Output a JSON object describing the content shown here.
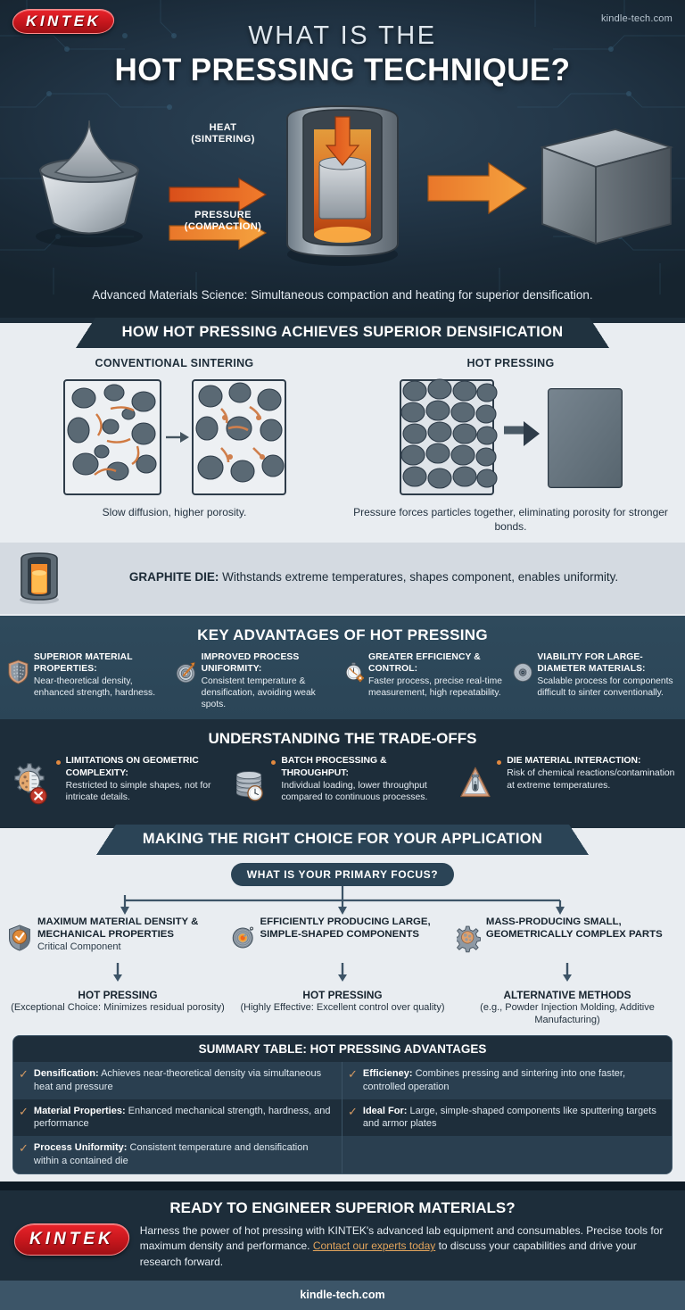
{
  "brand": {
    "logo_text": "KINTEK",
    "site_url": "kindle-tech.com"
  },
  "hero": {
    "title_line1": "WHAT IS THE",
    "title_line2": "HOT PRESSING TECHNIQUE?",
    "arrow_label_heat": "HEAT",
    "arrow_label_heat_sub": "(SINTERING)",
    "arrow_label_pressure": "PRESSURE",
    "arrow_label_pressure_sub": "(COMPACTION)",
    "caption": "Advanced Materials Science: Simultaneous compaction and heating for superior densification."
  },
  "densification": {
    "banner": "HOW HOT PRESSING ACHIEVES SUPERIOR DENSIFICATION",
    "left": {
      "heading": "CONVENTIONAL SINTERING",
      "caption": "Slow diffusion, higher porosity."
    },
    "right": {
      "heading": "HOT PRESSING",
      "caption": "Pressure forces particles together, eliminating porosity for stronger bonds."
    },
    "graphite_die_label": "GRAPHITE DIE:",
    "graphite_die_text": " Withstands extreme temperatures, shapes component, enables uniformity."
  },
  "advantages": {
    "title": "KEY ADVANTAGES OF HOT PRESSING",
    "items": [
      {
        "icon": "shield-icon",
        "title": "SUPERIOR MATERIAL PROPERTIES:",
        "body": "Near-theoretical density, enhanced strength, hardness."
      },
      {
        "icon": "target-arrow-icon",
        "title": "IMPROVED PROCESS UNIFORMITY:",
        "body": "Consistent temperature & densification, avoiding weak spots."
      },
      {
        "icon": "stopwatch-gear-icon",
        "title": "GREATER EFFICIENCY & CONTROL:",
        "body": "Faster process, precise real-time measurement, high repeatability."
      },
      {
        "icon": "disc-target-icon",
        "title": "VIABILITY FOR LARGE-DIAMETER MATERIALS:",
        "body": "Scalable process for components difficult to sinter conventionally."
      }
    ]
  },
  "tradeoffs": {
    "title": "UNDERSTANDING THE TRADE-OFFS",
    "items": [
      {
        "icon": "gear-error-icon",
        "title": "LIMITATIONS ON GEOMETRIC COMPLEXITY:",
        "body": "Restricted to simple shapes, not for intricate details."
      },
      {
        "icon": "stacked-discs-clock-icon",
        "title": "BATCH PROCESSING & THROUGHPUT:",
        "body": "Individual loading, lower throughput compared to continuous processes."
      },
      {
        "icon": "hazard-test-tube-icon",
        "title": "DIE MATERIAL INTERACTION:",
        "body": "Risk of chemical reactions/contamination at extreme temperatures."
      }
    ]
  },
  "choice": {
    "banner": "MAKING THE RIGHT CHOICE FOR YOUR APPLICATION",
    "question": "WHAT IS YOUR PRIMARY FOCUS?",
    "branches": [
      {
        "icon": "shield-check-icon",
        "title": "MAXIMUM MATERIAL DENSITY & MECHANICAL PROPERTIES",
        "subtitle": "Critical Component",
        "result": "HOT PRESSING",
        "note": "(Exceptional Choice: Minimizes residual porosity)"
      },
      {
        "icon": "hot-target-icon",
        "title": "EFFICIENTLY PRODUCING LARGE, SIMPLE-SHAPED COMPONENTS",
        "subtitle": "",
        "result": "HOT PRESSING",
        "note": "(Highly Effective: Excellent control over quality)"
      },
      {
        "icon": "complex-gear-icon",
        "title": "MASS-PRODUCING SMALL, GEOMETRICALLY COMPLEX PARTS",
        "subtitle": "",
        "result": "ALTERNATIVE METHODS",
        "note": "(e.g., Powder Injection Molding, Additive Manufacturing)"
      }
    ]
  },
  "summary": {
    "title": "SUMMARY TABLE: HOT PRESSING ADVANTAGES",
    "rows": [
      [
        {
          "label": "Densification:",
          "text": " Achieves near-theoretical density via simultaneous heat and pressure"
        },
        {
          "label": "Efficieney:",
          "text": " Combines pressing and sintering into one faster, controlled operation"
        }
      ],
      [
        {
          "label": "Material Properties:",
          "text": " Enhanced mechanical strength, hardness, and performance"
        },
        {
          "label": "Ideal For:",
          "text": " Large, simple-shaped components like sputtering targets and armor plates"
        }
      ],
      [
        {
          "label": "Process Uniformity:",
          "text": " Consistent temperature and densification within a contained die"
        },
        {
          "label": "",
          "text": ""
        }
      ]
    ],
    "check_icon": "check-icon"
  },
  "cta": {
    "title": "READY TO ENGINEER SUPERIOR MATERIALS?",
    "body_part1": "Harness the power of hot pressing with KINTEK's advanced lab equipment and consumables. Precise tools for maximum density and performance. ",
    "link_text": "Contact our experts today",
    "body_part2": " to discuss your capabilities and drive your research forward.",
    "footer_url": "kindle-tech.com"
  },
  "colors": {
    "brand_red": "#c5161c",
    "accent_orange": "#e2893f",
    "dark_navy": "#1d2d3a",
    "banner_blue": "#2b4456",
    "light_bg": "#e9edf1",
    "check_gold": "#d49a63"
  }
}
